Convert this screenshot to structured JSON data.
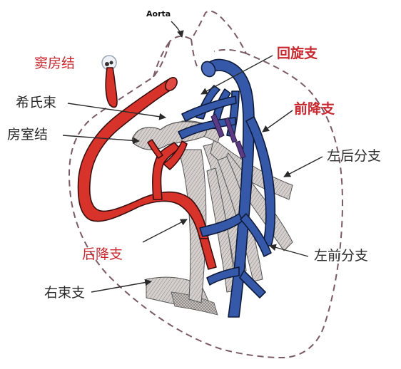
{
  "diagram": {
    "labels": {
      "aorta": "Aorta",
      "sinoatrial_node": "窦房结",
      "bundle_of_his": "希氏束",
      "av_node": "房室结",
      "posterior_descending": "后降支",
      "right_bundle_branch": "右束支",
      "circumflex": "回旋支",
      "anterior_descending": "前降支",
      "left_posterior_fascicle": "左后分支",
      "left_anterior_fascicle": "左前分支"
    },
    "colors": {
      "right_coronary_artery": "#d8332b",
      "left_coronary_artery": "#3558a8",
      "conduction_tissue": "#c9c4c1",
      "heart_outline": "#7a5a66",
      "label_red": "#c8282f",
      "label_dark": "#2a2a2a"
    }
  }
}
